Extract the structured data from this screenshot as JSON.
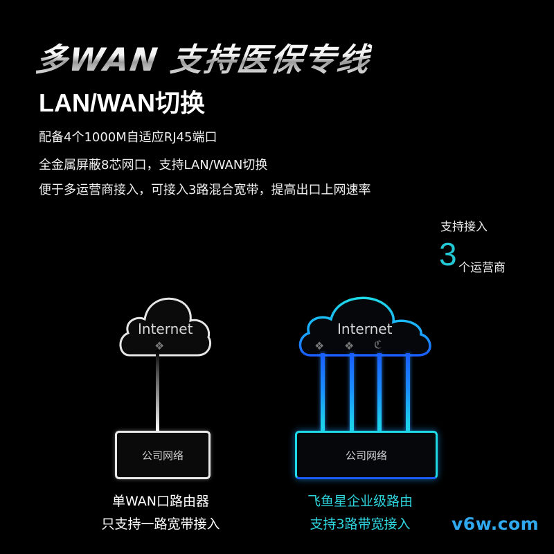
{
  "header": {
    "headline": "多WAN 支持医保专线",
    "subheadline": "LAN/WAN切换"
  },
  "features": [
    "配备4个1000M自适应RJ45端口",
    "全金属屏蔽8芯网口，支持LAN/WAN切换",
    "便于多运营商接入，可接入3路混合宽带，提高出口上网速率"
  ],
  "carrier_callout": {
    "label": "支持接入",
    "number": "3",
    "unit": "个运营商",
    "accent_color": "#22c8d6"
  },
  "diagram_left": {
    "cloud_label": "Internet",
    "carrier_icons": [
      "china-unicom-logo-icon"
    ],
    "box_label": "公司网络",
    "caption_line1": "单WAN口路由器",
    "caption_line2": "只支持一路宽带接入",
    "color": "#e8e8e8"
  },
  "diagram_right": {
    "cloud_label": "Internet",
    "carrier_icons": [
      "china-unicom-logo-icon",
      "china-unicom-logo-icon",
      "china-telecom-logo-icon"
    ],
    "box_label": "公司网络",
    "caption_line1": "飞鱼星企业级路由",
    "caption_line2": "支持3路带宽接入",
    "wire_count": 4,
    "color_top": "#1a5cff",
    "color_bottom": "#1ed9e6"
  },
  "watermark": "v6w.com"
}
